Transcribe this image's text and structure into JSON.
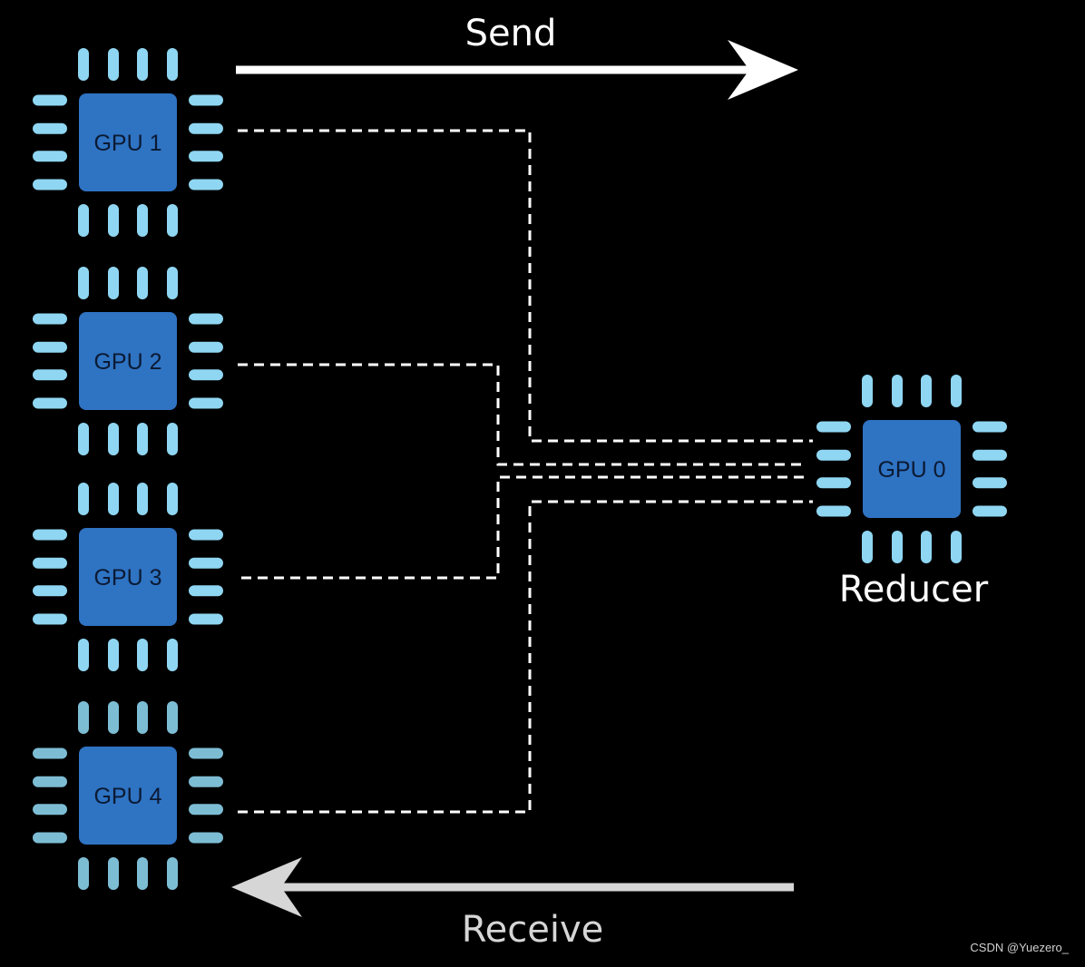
{
  "arrows": {
    "send_label": "Send",
    "receive_label": "Receive"
  },
  "gpus": [
    {
      "label": "GPU 1"
    },
    {
      "label": "GPU 2"
    },
    {
      "label": "GPU 3"
    },
    {
      "label": "GPU 4"
    }
  ],
  "reducer": {
    "gpu_label": "GPU 0",
    "role_label": "Reducer"
  },
  "watermark": "CSDN @Yuezero_",
  "colors": {
    "background": "#000000",
    "chip_body": "#2f73c3",
    "chip_pin": "#8fd6f2",
    "chip_pin_faded": "#7dbdd4",
    "link": "#ffffff",
    "send_arrow": "#ffffff",
    "receive_arrow": "#d6d6d6"
  }
}
